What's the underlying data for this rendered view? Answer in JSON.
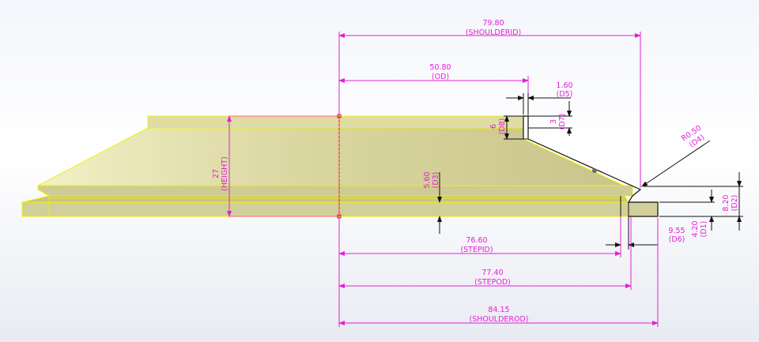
{
  "colors": {
    "dimension": "#e41fd6",
    "part_face": "#d6d39b",
    "part_edge": "#f2f200",
    "sketch": "#111111",
    "background": "#f4f6fb"
  },
  "dimensions": {
    "shoulder_id": {
      "value": "79.80",
      "name": "(SHOULDERID)"
    },
    "od": {
      "value": "50.80",
      "name": "(OD)"
    },
    "d5": {
      "value": "1.60",
      "name": "(D5)"
    },
    "d7": {
      "value": "3",
      "name": "(D7)"
    },
    "d8": {
      "value": "6",
      "name": "(D8)"
    },
    "d4": {
      "value": "R0.50",
      "name": "(D4)"
    },
    "d3": {
      "value": "5.60",
      "name": "(D3)"
    },
    "height": {
      "value": "27",
      "name": "(HEIGHT)"
    },
    "d2": {
      "value": "8.20",
      "name": "(D2)"
    },
    "d1": {
      "value": "4.20",
      "name": "(D1)"
    },
    "d6": {
      "value": "9.55",
      "name": "(D6)"
    },
    "step_id": {
      "value": "76.60",
      "name": "(STEPID)"
    },
    "step_od": {
      "value": "77.40",
      "name": "(STEPOD)"
    },
    "shoulder_od": {
      "value": "84.15",
      "name": "(SHOULDEROD)"
    }
  }
}
